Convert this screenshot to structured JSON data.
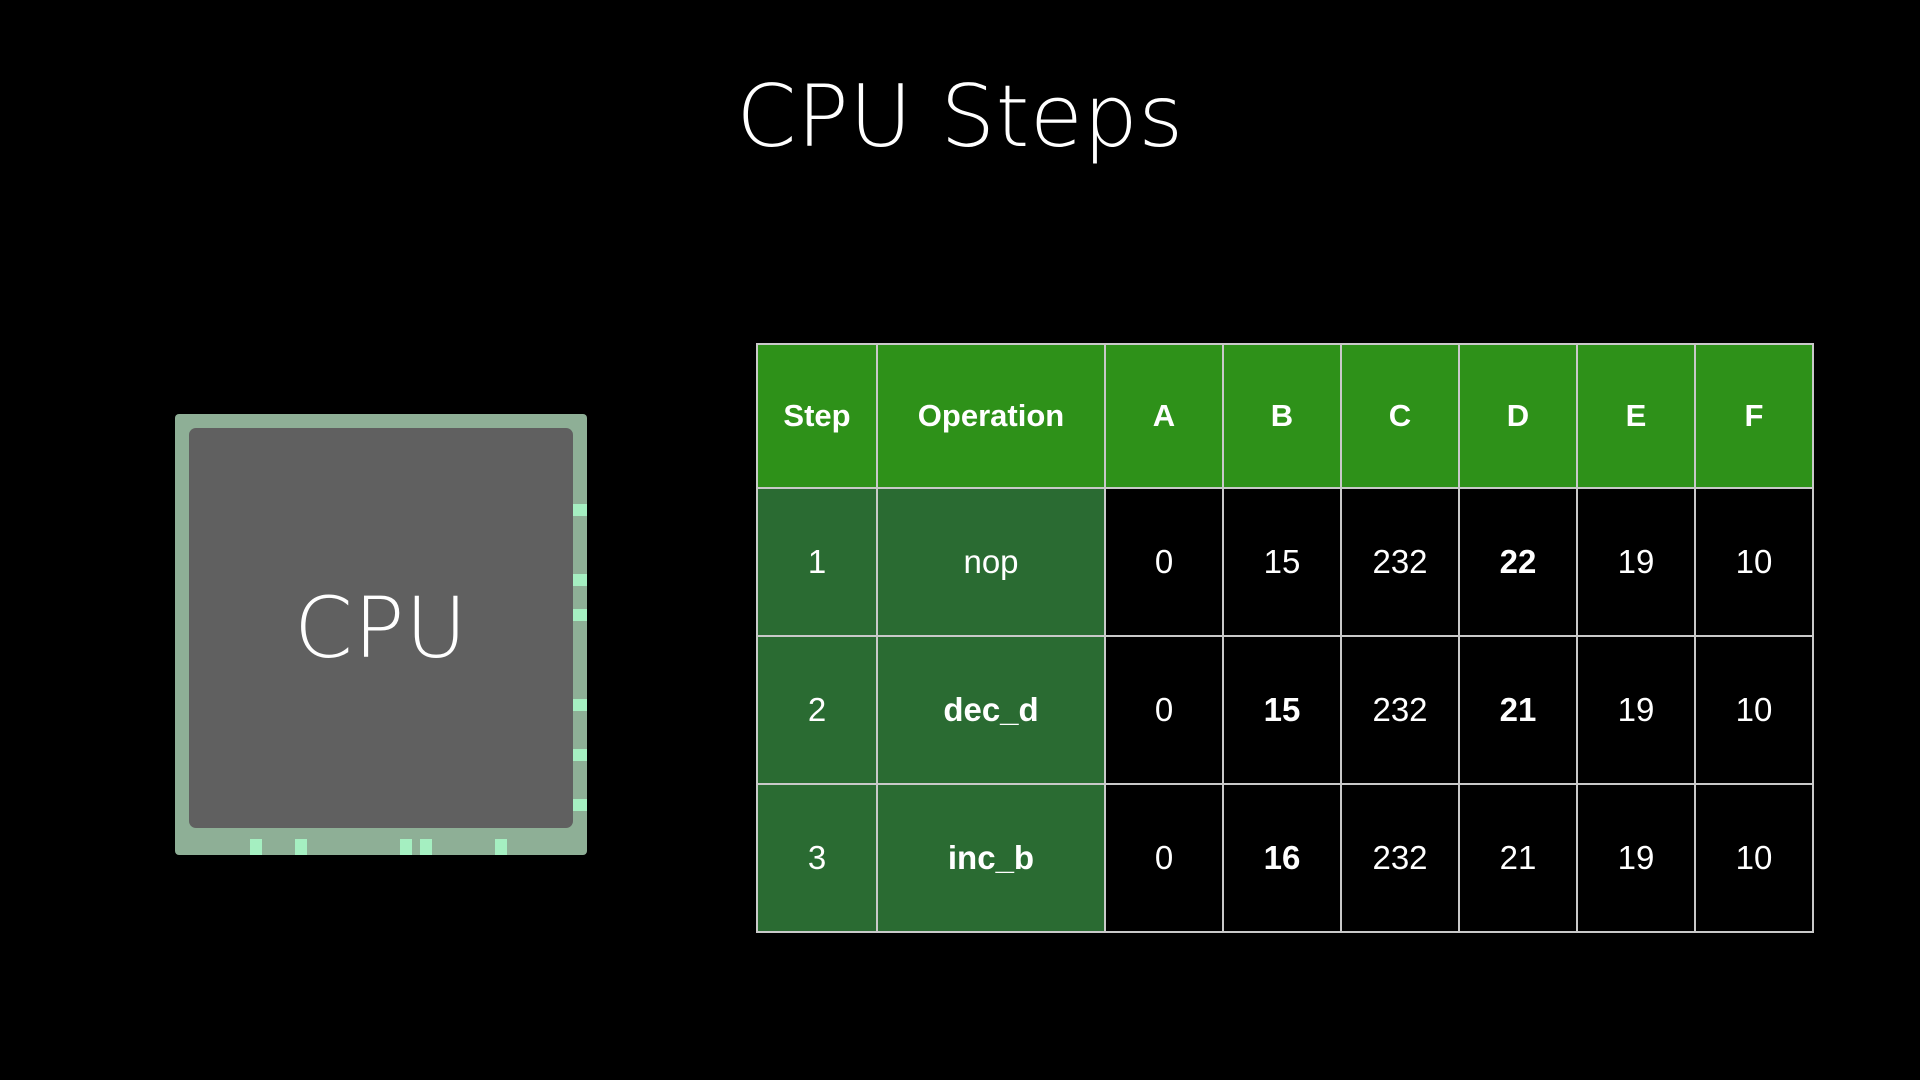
{
  "page": {
    "title": "CPU Steps",
    "background_color": "#000000"
  },
  "diagram": {
    "chip_label": "CPU",
    "frame_color": "#8EAF96",
    "core_color": "#606060",
    "pin_color": "#A5EFC1",
    "pins_right": [
      90,
      160,
      195,
      285,
      335,
      385
    ],
    "pins_bottom": [
      75,
      120,
      225,
      245,
      320
    ]
  },
  "table": {
    "header_color": "#2E9119",
    "row_label_color": "#2A6B32",
    "border_color": "#C9C9C9",
    "columns": [
      "Step",
      "Operation",
      "A",
      "B",
      "C",
      "D",
      "E",
      "F"
    ],
    "rows": [
      {
        "step": "1",
        "operation": "nop",
        "operation_bold": false,
        "registers": [
          {
            "value": "0",
            "bold": false
          },
          {
            "value": "15",
            "bold": false
          },
          {
            "value": "232",
            "bold": false
          },
          {
            "value": "22",
            "bold": true
          },
          {
            "value": "19",
            "bold": false
          },
          {
            "value": "10",
            "bold": false
          }
        ]
      },
      {
        "step": "2",
        "operation": "dec_d",
        "operation_bold": true,
        "registers": [
          {
            "value": "0",
            "bold": false
          },
          {
            "value": "15",
            "bold": true
          },
          {
            "value": "232",
            "bold": false
          },
          {
            "value": "21",
            "bold": true
          },
          {
            "value": "19",
            "bold": false
          },
          {
            "value": "10",
            "bold": false
          }
        ]
      },
      {
        "step": "3",
        "operation": "inc_b",
        "operation_bold": true,
        "registers": [
          {
            "value": "0",
            "bold": false
          },
          {
            "value": "16",
            "bold": true
          },
          {
            "value": "232",
            "bold": false
          },
          {
            "value": "21",
            "bold": false
          },
          {
            "value": "19",
            "bold": false
          },
          {
            "value": "10",
            "bold": false
          }
        ]
      }
    ]
  }
}
